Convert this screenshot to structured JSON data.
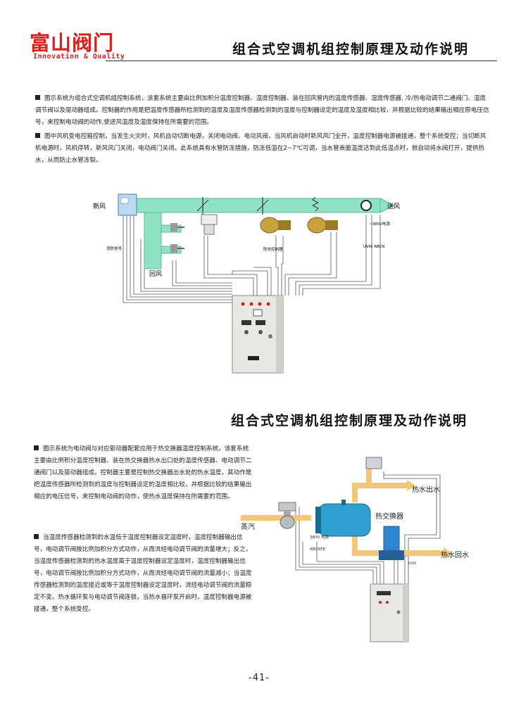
{
  "brand": {
    "name_cn": "富山阀门",
    "slogan": "Innovation & Quality"
  },
  "section1": {
    "title": "组合式空调机组控制原理及动作说明",
    "paragraphs": [
      "图示系统为组合式空调机组控制系统，该套系统主要由比例加积分温度控制器、温度控制器、装在回风管内的温度传感器、湿度传感器, 冷/热电动调节二通阀门、湿度调节阀以及驱动器组成。控制器的作用是把温度传感器所检测到的温度及湿度传感器检测到的湿度与控制器设定的温度及湿度相比较，并根据比较的结果输出相应原电压信号，来控制电动阀的动作,使送风温度及湿度保持在所需要的范围。",
      "图中风机受电控箱控制，当发生火灾时，风机自动切断电源，关闭电动阀、电动风阀，当风机启动时新风风门全开，温度控制器电源被接通，整个系统受控；当切断风机电源时，风机停转，新风风门关闭，电动阀门关闭。此系统具有水管防冻措施，防冻低温在2~7℃可调，当水管表面温度达到此低温点时，就自动将水阀打开，提供热水，从而防止水管冻裂。"
    ],
    "diagram": {
      "fresh_air": "新风",
      "supply_air": "送风",
      "return_air": "回风",
      "fire_signal": "消防信号",
      "antifreeze": "防冻控制器",
      "power": "~380V电源",
      "phases": "UVW ABCN"
    }
  },
  "section2": {
    "title": "组合式空调机组控制原理及动作说明",
    "paragraphs": [
      "图示系统为电动阀与对应驱动器配套应用于热交换器温度控制系统，该套系统主要由比例积分温度控制器、装在热交换器热水出口处的温度传感器、电动调节二通阀门以及驱动器组成。控制器主要是控制热交换器出水处的热水温度，其动作是把温度传感器所检测到的温度与控制器设定的温度相比较，并根据比较的结果输出相应的电压信号，来控制电动阀的动作，使热水温度保持在所需要的范围。",
      "当温度传感器检测到的水温低于温度控制器设定温度时，温度控制器输出信号，电动调节阀按比例加积分方式动作，从而流经电动调节阀的流量增大；反之，当温度传感器检测到的热水温度高于温度控制器设定温度时，温度控制器输出信号，电动调节阀按比例加积分方式动作，从而流经电动调节阀的流量减小；当温度传感器检测到的温度接近或等于温度控制器设定温度时，流经电动调节阀的流量稳定不变。热水循环泵与电动调节阀连锁，当热水循环泵开启时，温度控制器电源被接通，整个系统受控。"
    ],
    "diagram": {
      "hot_water_out": "热水出水",
      "heat_exchanger": "热交换器",
      "steam": "蒸汽",
      "hot_water_return": "热水回水",
      "power": "380V 电源",
      "phases": "ABCNFE",
      "pump_power": "UVN"
    }
  },
  "page_number": "-41-",
  "colors": {
    "brand_red": "#d8201f",
    "duct_green": "#8fe3c4",
    "pipe_orange": "#f2c778",
    "cabinet": "#e8e8e4"
  }
}
